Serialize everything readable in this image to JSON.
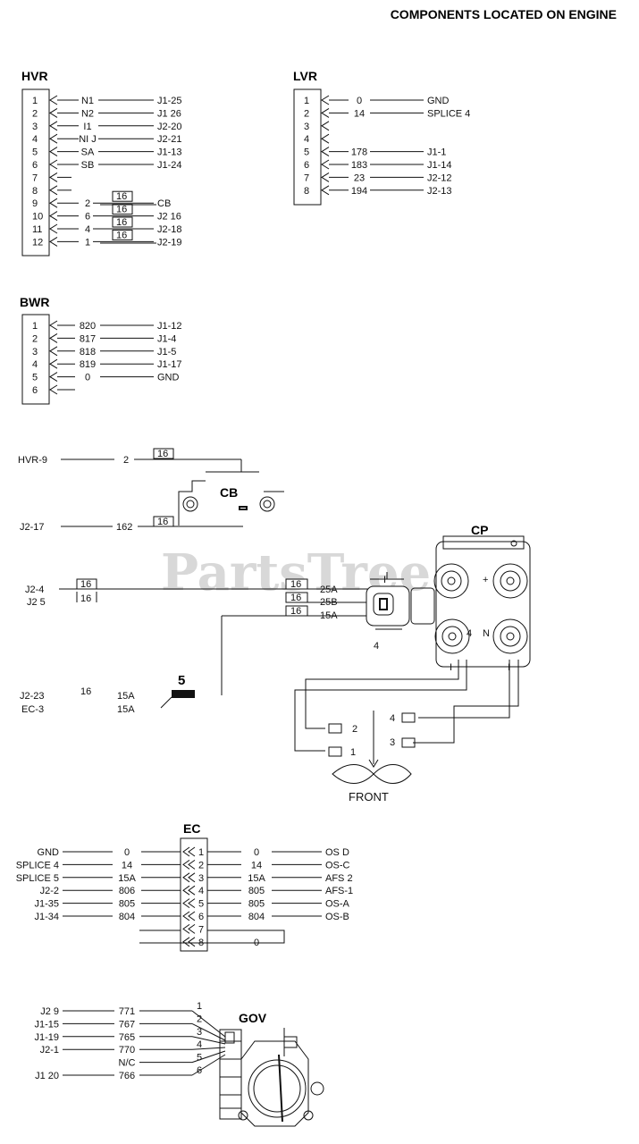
{
  "header": {
    "title": "COMPONENTS LOCATED ON ENGINE"
  },
  "watermark": "PartsTree",
  "hvr": {
    "label": "HVR",
    "pins": [
      "1",
      "2",
      "3",
      "4",
      "5",
      "6",
      "7",
      "8",
      "9",
      "10",
      "11",
      "12"
    ],
    "wires": [
      {
        "pin": "1",
        "wire": "N1",
        "dest": "J1-25"
      },
      {
        "pin": "2",
        "wire": "N2",
        "dest": "J1 26"
      },
      {
        "pin": "3",
        "wire": "I1",
        "dest": "J2-20"
      },
      {
        "pin": "4",
        "wire": "NI J",
        "dest": "J2-21"
      },
      {
        "pin": "5",
        "wire": "SA",
        "dest": "J1-13"
      },
      {
        "pin": "6",
        "wire": "SB",
        "dest": "J1-24"
      },
      {
        "pin": "9",
        "wire": "2",
        "gauge": "16",
        "dest": "CB"
      },
      {
        "pin": "10",
        "wire": "6",
        "gauge": "16",
        "dest": "J2 16"
      },
      {
        "pin": "11",
        "wire": "4",
        "gauge": "16",
        "dest": "J2-18"
      },
      {
        "pin": "12",
        "wire": "1",
        "gauge": "16",
        "dest": "J2-19"
      }
    ]
  },
  "lvr": {
    "label": "LVR",
    "pins": [
      "1",
      "2",
      "3",
      "4",
      "5",
      "6",
      "7",
      "8"
    ],
    "wires": [
      {
        "pin": "1",
        "wire": "0",
        "dest": "GND"
      },
      {
        "pin": "2",
        "wire": "14",
        "dest": "SPLICE 4"
      },
      {
        "pin": "5",
        "wire": "178",
        "dest": "J1-1"
      },
      {
        "pin": "6",
        "wire": "183",
        "dest": "J1-14"
      },
      {
        "pin": "7",
        "wire": "23",
        "dest": "J2-12"
      },
      {
        "pin": "8",
        "wire": "194",
        "dest": "J2-13"
      }
    ]
  },
  "bwr": {
    "label": "BWR",
    "pins": [
      "1",
      "2",
      "3",
      "4",
      "5",
      "6"
    ],
    "wires": [
      {
        "pin": "1",
        "wire": "820",
        "dest": "J1-12"
      },
      {
        "pin": "2",
        "wire": "817",
        "dest": "J1-4"
      },
      {
        "pin": "3",
        "wire": "818",
        "dest": "J1-5"
      },
      {
        "pin": "4",
        "wire": "819",
        "dest": "J1-17"
      },
      {
        "pin": "5",
        "wire": "0",
        "dest": "GND"
      }
    ]
  },
  "cb": {
    "label": "CB",
    "wire_top": {
      "from": "HVR-9",
      "wire": "2",
      "gauge": "16"
    },
    "wire_bottom": {
      "from": "J2-17",
      "wire": "162",
      "gauge": "16"
    }
  },
  "cp": {
    "label": "CP",
    "left_wires": [
      {
        "from": "J2-4",
        "gauge": "16"
      },
      {
        "from": "J2 5",
        "gauge": "16"
      }
    ],
    "right_wires": [
      {
        "gauge": "16",
        "wire": "25A"
      },
      {
        "gauge": "16",
        "wire": "25B"
      },
      {
        "gauge": "16",
        "wire": "15A"
      }
    ],
    "bottom_wires": [
      {
        "from": "J2-23",
        "gauge": "16",
        "wire": "15A"
      },
      {
        "from": "EC-3",
        "wire": "15A"
      }
    ],
    "callout": "5",
    "small_marks": [
      "4",
      "I",
      "+",
      "4",
      "N",
      "I",
      "I"
    ],
    "connector_labels": [
      "2",
      "1",
      "4",
      "3"
    ],
    "front_label": "FRONT"
  },
  "ec": {
    "label": "EC",
    "pins": [
      "1",
      "2",
      "3",
      "4",
      "5",
      "6",
      "7",
      "8"
    ],
    "rows": [
      {
        "left_dest": "GND",
        "left_wire": "0",
        "right_wire": "0",
        "right_dest": "OS D"
      },
      {
        "left_dest": "SPLICE 4",
        "left_wire": "14",
        "right_wire": "14",
        "right_dest": "OS-C"
      },
      {
        "left_dest": "SPLICE 5",
        "left_wire": "15A",
        "right_wire": "15A",
        "right_dest": "AFS 2"
      },
      {
        "left_dest": "J2-2",
        "left_wire": "806",
        "right_wire": "805",
        "right_dest": "AFS-1"
      },
      {
        "left_dest": "J1-35",
        "left_wire": "805",
        "right_wire": "805",
        "right_dest": "OS-A"
      },
      {
        "left_dest": "J1-34",
        "left_wire": "804",
        "right_wire": "804",
        "right_dest": "OS-B"
      },
      {
        "left_dest": "",
        "left_wire": "",
        "right_wire": "",
        "right_dest": ""
      },
      {
        "left_dest": "",
        "left_wire": "",
        "right_wire": "0",
        "right_dest": ""
      }
    ]
  },
  "gov": {
    "label": "GOV",
    "rows": [
      {
        "dest": "J2 9",
        "wire": "771",
        "pin": "1"
      },
      {
        "dest": "J1-15",
        "wire": "767",
        "pin": "2"
      },
      {
        "dest": "J1-19",
        "wire": "765",
        "pin": "3"
      },
      {
        "dest": "J2-1",
        "wire": "770",
        "pin": "4"
      },
      {
        "dest": "",
        "wire": "N/C",
        "pin": "5"
      },
      {
        "dest": "J1 20",
        "wire": "766",
        "pin": "6"
      }
    ]
  }
}
